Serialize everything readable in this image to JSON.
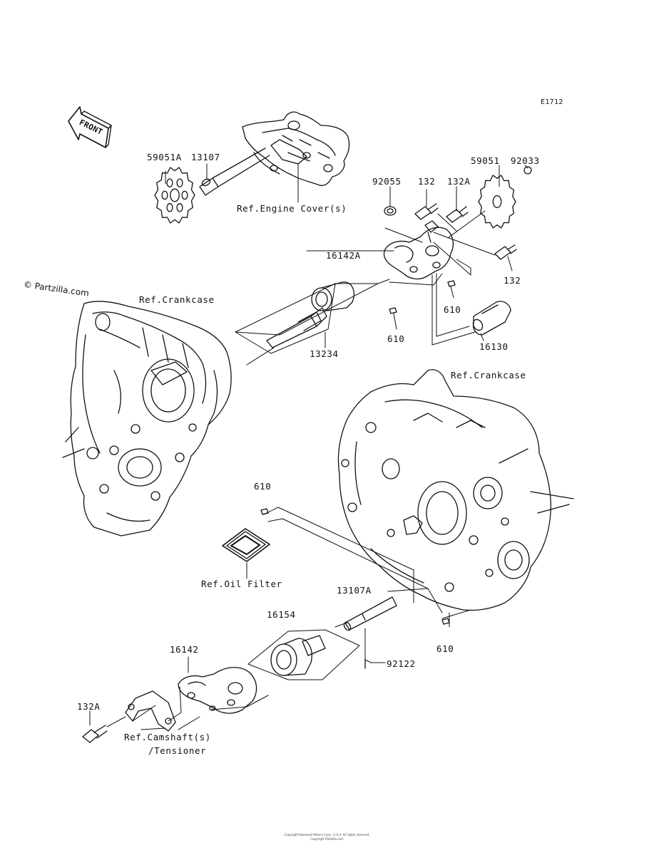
{
  "diagram_id": "E1712",
  "watermark": "© Partzilla.com",
  "front_label": "FRONT",
  "parts": {
    "p59051A": "59051A",
    "p13107": "13107",
    "p92055": "92055",
    "p132_top": "132",
    "p132A_top": "132A",
    "p59051": "59051",
    "p92033": "92033",
    "p16142A": "16142A",
    "p132_right": "132",
    "p610_a": "610",
    "p610_b": "610",
    "p16130": "16130",
    "p13234": "13234",
    "p610_c": "610",
    "p13107A": "13107A",
    "p16154": "16154",
    "p610_d": "610",
    "p92122": "92122",
    "p16142": "16142",
    "p132A_bottom": "132A"
  },
  "refs": {
    "engine_cover": "Ref.Engine Cover(s)",
    "crankcase_left": "Ref.Crankcase",
    "crankcase_right": "Ref.Crankcase",
    "oil_filter": "Ref.Oil Filter",
    "camshaft_line1": "Ref.Camshaft(s)",
    "camshaft_line2": "/Tensioner"
  },
  "footer": {
    "line1": "Copyright Kawasaki Motors Corp., U.S.A. All rights reserved.",
    "line2": "Copyright Partzilla.com"
  }
}
